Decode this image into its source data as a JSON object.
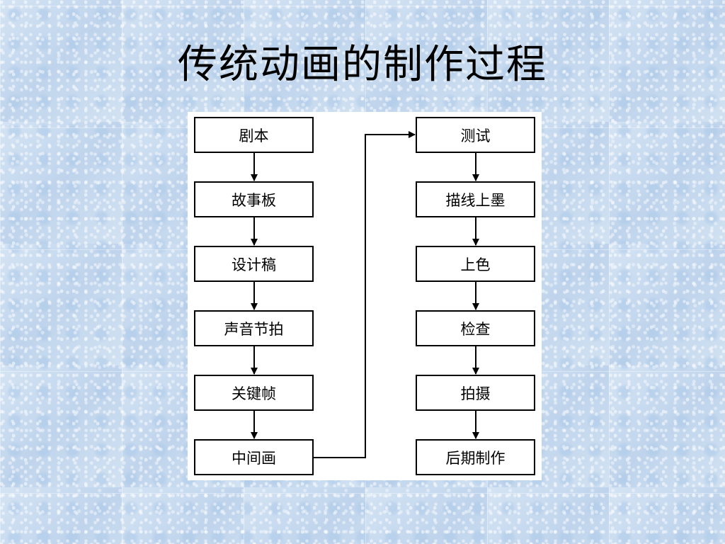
{
  "title": "传统动画的制作过程",
  "left_column": [
    {
      "label": "剧本"
    },
    {
      "label": "故事板"
    },
    {
      "label": "设计稿"
    },
    {
      "label": "声音节拍"
    },
    {
      "label": "关键帧"
    },
    {
      "label": "中间画"
    }
  ],
  "right_column": [
    {
      "label": "测试"
    },
    {
      "label": "描线上墨"
    },
    {
      "label": "上色"
    },
    {
      "label": "检查"
    },
    {
      "label": "拍摄"
    },
    {
      "label": "后期制作"
    }
  ],
  "colors": {
    "background": "#c9dcf0",
    "panel": "#ffffff",
    "stroke": "#000000"
  }
}
